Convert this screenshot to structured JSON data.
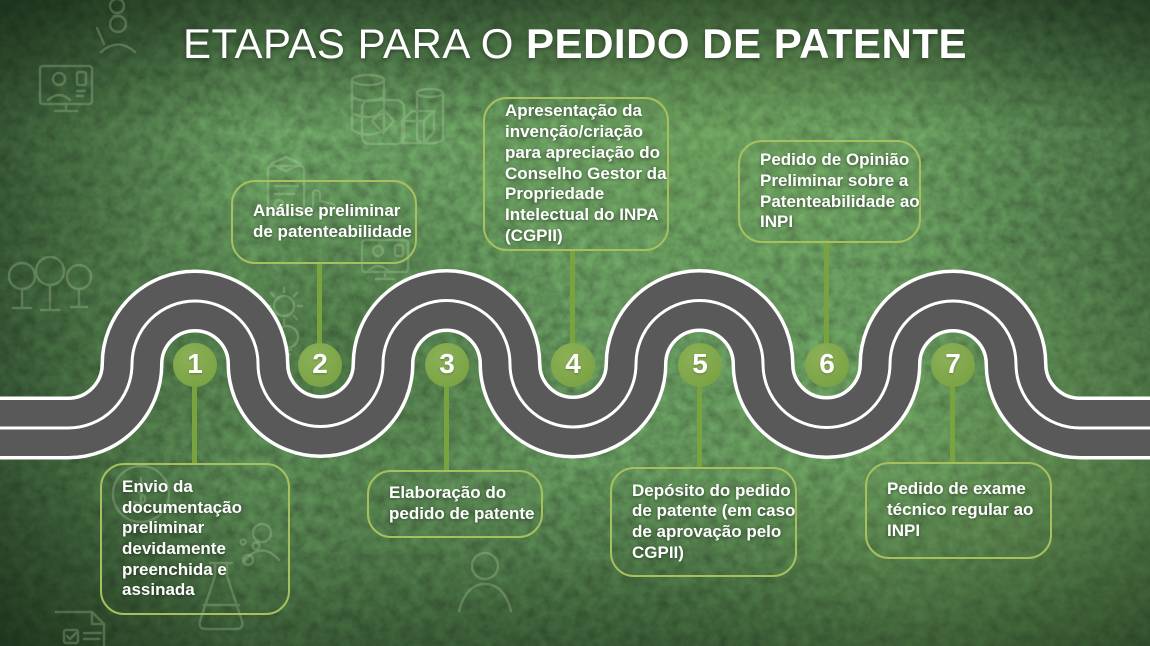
{
  "title": {
    "prefix": "ETAPAS PARA O",
    "emphasis": "PEDIDO DE PATENTE"
  },
  "steps": [
    {
      "number": "1",
      "position": "below",
      "label": "Envio da\ndocumentação\npreliminar\ndevidamente\npreenchida e\nassinada"
    },
    {
      "number": "2",
      "position": "above",
      "label": "Análise preliminar\nde patenteabilidade"
    },
    {
      "number": "3",
      "position": "below",
      "label": "Elaboração do\npedido de patente"
    },
    {
      "number": "4",
      "position": "above",
      "label": "Apresentação da\ninvenção/criação\npara apreciação do\nConselho Gestor da\nPropriedade\nIntelectual do INPA\n(CGPII)"
    },
    {
      "number": "5",
      "position": "below",
      "label": "Depósito do pedido\nde patente (em caso\nde aprovação pelo\nCGPII)"
    },
    {
      "number": "6",
      "position": "above",
      "label": "Pedido de Opinião\nPreliminar sobre a\nPatenteabilidade ao\nINPI"
    },
    {
      "number": "7",
      "position": "below",
      "label": "Pedido de exame\ntécnico regular ao\nINPI"
    }
  ],
  "colors": {
    "background_green": "#24452a",
    "road_gray": "#595959",
    "road_line_white": "#ffffff",
    "marker_green": "#7da24a",
    "connector_green": "#79a33f",
    "box_border_green": "#a6c05f",
    "text_white": "#ffffff"
  },
  "background": {
    "theme": "aerial-forest-photo",
    "icons": [
      "person-idea-icon",
      "video-call-icon",
      "trees-icon",
      "data-cluster-icon",
      "diploma-icon",
      "hand-pointer-icon",
      "video-call-small-icon",
      "gear-bulb-icon",
      "dollar-coin-icon",
      "flask-icon",
      "person-icon",
      "person-small-icon",
      "document-check-icon"
    ]
  }
}
